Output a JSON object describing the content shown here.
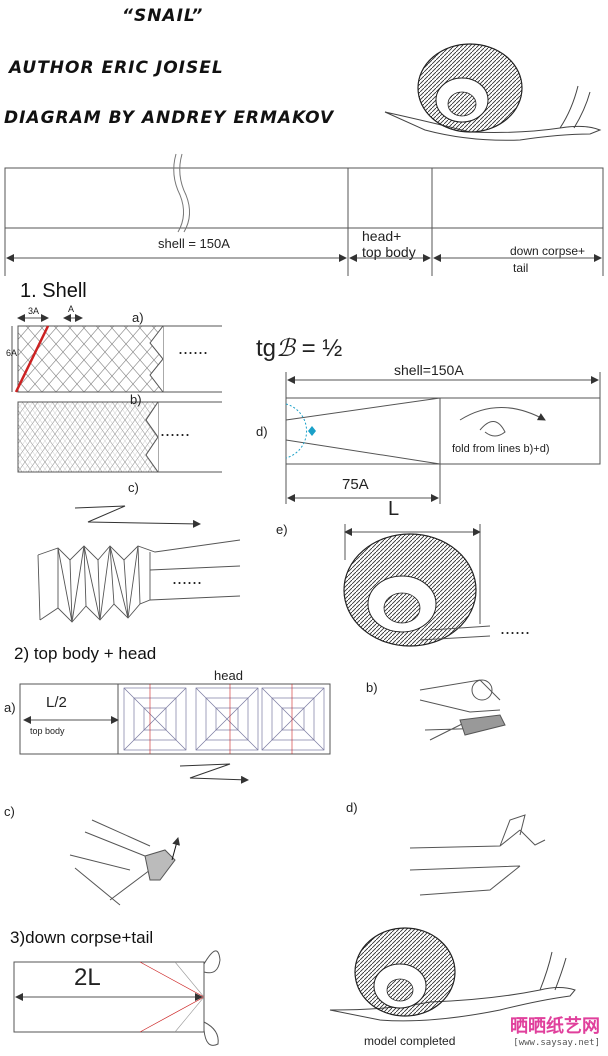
{
  "header": {
    "title": "“SNAIL”",
    "author": "AUTHOR ERIC JOISEL",
    "diagram_by": "DIAGRAM BY ANDREY ERMAKOV"
  },
  "strip": {
    "shell": "shell = 150A",
    "head_line1": "head+",
    "head_line2": "top body",
    "tail_line1": "down corpse+",
    "tail_line2": "tail"
  },
  "section1": {
    "title": "1. Shell",
    "dim_3a": "3A",
    "dim_a": "A",
    "dim_6a": "6A",
    "step_a": "a)",
    "step_b": "b)",
    "step_c": "c)",
    "step_d": "d)",
    "step_e": "e)",
    "dots": "......",
    "formula_prefix": "tg",
    "formula_symbol": "ℬ",
    "formula_value": "= ½",
    "shell_len": "shell=150A",
    "len_75a": "75A",
    "fold_note": "fold from lines b)+d)",
    "l_label": "L"
  },
  "section2": {
    "title": "2) top body + head",
    "head": "head",
    "step_a": "a)",
    "step_b": "b)",
    "step_c": "c)",
    "step_d": "d)",
    "half_l": "L/2",
    "top_body": "top body"
  },
  "section3": {
    "title": "3)down corpse+tail",
    "two_l": "2L",
    "completed": "model completed"
  },
  "watermark": {
    "main": "晒晒纸艺网",
    "url": "[www.saysay.net]"
  },
  "colors": {
    "line": "#555555",
    "red_crease": "#cc2222",
    "blue_mark": "#1aa0c8",
    "watermark": "#e0409c"
  }
}
